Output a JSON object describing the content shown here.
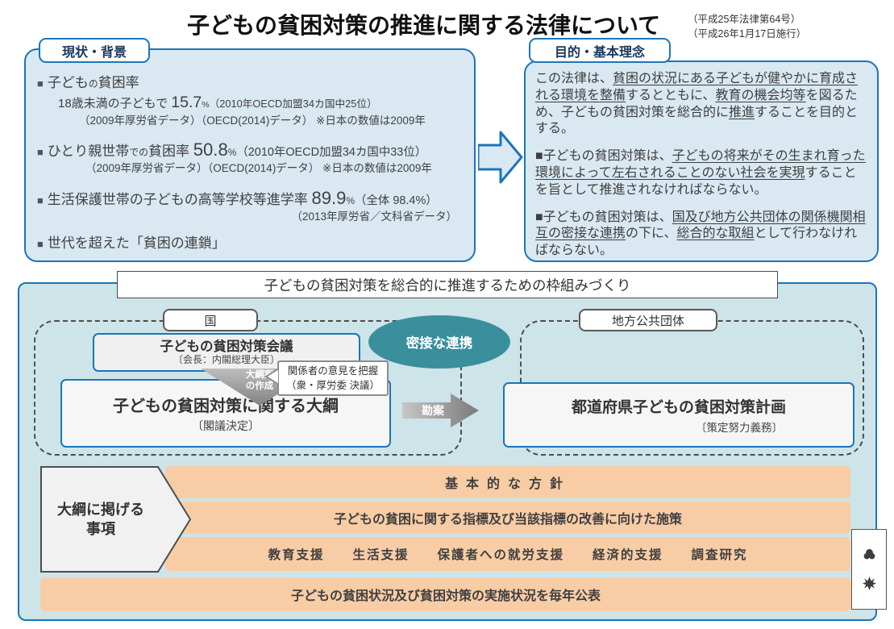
{
  "title": {
    "main": "子どもの貧困対策の推進に関する法律について",
    "law_no": "（平成25年法律第64号）",
    "enforced": "（平成26年1月17日施行）"
  },
  "colors": {
    "accent_blue": "#1b75bb",
    "panel_blue": "#d9e8f1",
    "frame_teal": "#cde4e9",
    "ellipse_teal": "#3a8f9d",
    "row_orange": "#f8cda6"
  },
  "background": {
    "header": "現状・背景",
    "bullets": [
      {
        "main": [
          {
            "t": "■",
            "c": "sq"
          },
          {
            "t": "子ども"
          },
          {
            "t": "の",
            "c": "s"
          },
          {
            "t": "貧困率"
          }
        ],
        "mid": [
          {
            "t": "18歳未満の子どもで "
          },
          {
            "t": "15.7",
            "c": "n"
          },
          {
            "t": "%",
            "c": "s"
          },
          {
            "t": "（2010年OECD加盟34カ国中25位）",
            "c": "p"
          }
        ],
        "sub": "（2009年厚労省データ）（OECD(2014)データ） ※日本の数値は2009年"
      },
      {
        "main": [
          {
            "t": "■",
            "c": "sq"
          },
          {
            "t": "ひとり親世帯"
          },
          {
            "t": "での",
            "c": "s"
          },
          {
            "t": "貧困率 "
          },
          {
            "t": "50.8",
            "c": "n"
          },
          {
            "t": "%",
            "c": "s"
          },
          {
            "t": "（2010年OECD加盟34カ国中33位）",
            "c": "p"
          }
        ],
        "sub": "（2009年厚労省データ）（OECD(2014)データ） ※日本の数値は2009年"
      },
      {
        "main": [
          {
            "t": "■",
            "c": "sq"
          },
          {
            "t": "生活保護世帯の子どもの高等学校等進学率 "
          },
          {
            "t": "89.9",
            "c": "n"
          },
          {
            "t": "%",
            "c": "s"
          },
          {
            "t": "（全体 98.4%）",
            "c": "p"
          }
        ],
        "sub": "（2013年厚労省／文科省データ）"
      },
      {
        "main": [
          {
            "t": "■",
            "c": "sq"
          },
          {
            "t": "世代を超えた「貧困の連鎖」"
          }
        ]
      }
    ]
  },
  "purpose": {
    "header": "目的・基本理念",
    "paragraphs": [
      [
        {
          "t": "この法律は、"
        },
        {
          "t": "貧困の状況にある子どもが健やかに育成される環境を整備",
          "c": "u"
        },
        {
          "t": "するとともに、"
        },
        {
          "t": "教育の機会均等",
          "c": "u"
        },
        {
          "t": "を図るため、子どもの貧困対策を総合的に"
        },
        {
          "t": "推進",
          "c": "u"
        },
        {
          "t": "することを目的とする。"
        }
      ],
      [
        {
          "t": "■子どもの貧困対策は、"
        },
        {
          "t": "子どもの将来がその生まれ育った環境によって左右されることのない社会を実現",
          "c": "u"
        },
        {
          "t": "することを旨として推進されなければならない。"
        }
      ],
      [
        {
          "t": "■子どもの貧困対策は、"
        },
        {
          "t": "国及び地方公共団体の関係機関相互の密接な連携",
          "c": "u"
        },
        {
          "t": "の下に、"
        },
        {
          "t": "総合的な取組",
          "c": "u"
        },
        {
          "t": "として行わなければならない。"
        }
      ]
    ]
  },
  "framework": {
    "banner": "子どもの貧困対策を総合的に推進するための枠組みづくり",
    "national_label": "国",
    "local_label": "地方公共団体",
    "council": {
      "title": "子どもの貧困対策会議",
      "sub": "〔会長：内閣総理大臣〕"
    },
    "draft_arrow": {
      "line1": "大綱案",
      "line2": "の作成"
    },
    "callout": {
      "line1": "関係者の意見を把握",
      "line2": "（衆・厚労委 決議）"
    },
    "outline": {
      "title": "子どもの貧困対策に関する大綱",
      "sub": "〔閣議決定〕"
    },
    "cooperation": "密接な連携",
    "consider_arrow": "勘案",
    "pref_plan": {
      "title": "都道府県子どもの貧困対策計画",
      "sub": "〔策定努力義務〕"
    },
    "matters_label": {
      "line1": "大綱に掲げる",
      "line2": "事項"
    },
    "rows": [
      "基本的な方針",
      "子どもの貧困に関する指標及び当該指標の改善に向けた施策",
      "教育支援　　生活支援　　保護者への就労支援　　経済的支援　　調査研究"
    ],
    "annual_row": "子どもの貧困状況及び貧困対策の実施状況を毎年公表"
  }
}
